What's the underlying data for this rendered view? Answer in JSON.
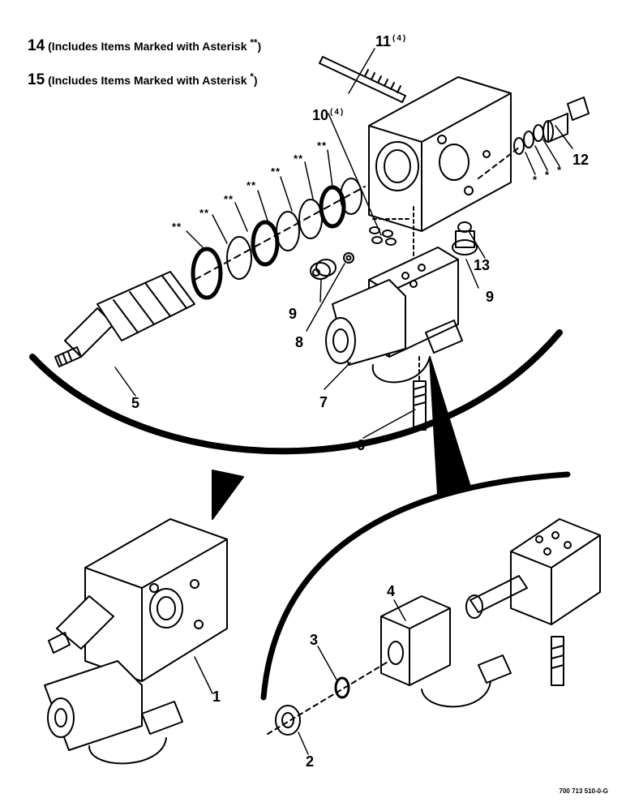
{
  "notes": [
    {
      "number": "14",
      "text": "(Includes Items Marked with Asterisk",
      "marker": "**",
      "close": ")"
    },
    {
      "number": "15",
      "text": "(Includes Items Marked with Asterisk",
      "marker": "*",
      "close": ")"
    }
  ],
  "callouts": {
    "c1": "1",
    "c2": "2",
    "c3": "3",
    "c4": "4",
    "c5": "5",
    "c6": "6",
    "c7": "7",
    "c8": "8",
    "c9a": "9",
    "c9b": "9",
    "c10": "10",
    "c10_qty": "(4)",
    "c11": "11",
    "c11_qty": "(4)",
    "c12": "12",
    "c13": "13"
  },
  "asterisks": {
    "double": "**",
    "single": "*"
  },
  "drawing_ref": "700 713 510-0-G"
}
